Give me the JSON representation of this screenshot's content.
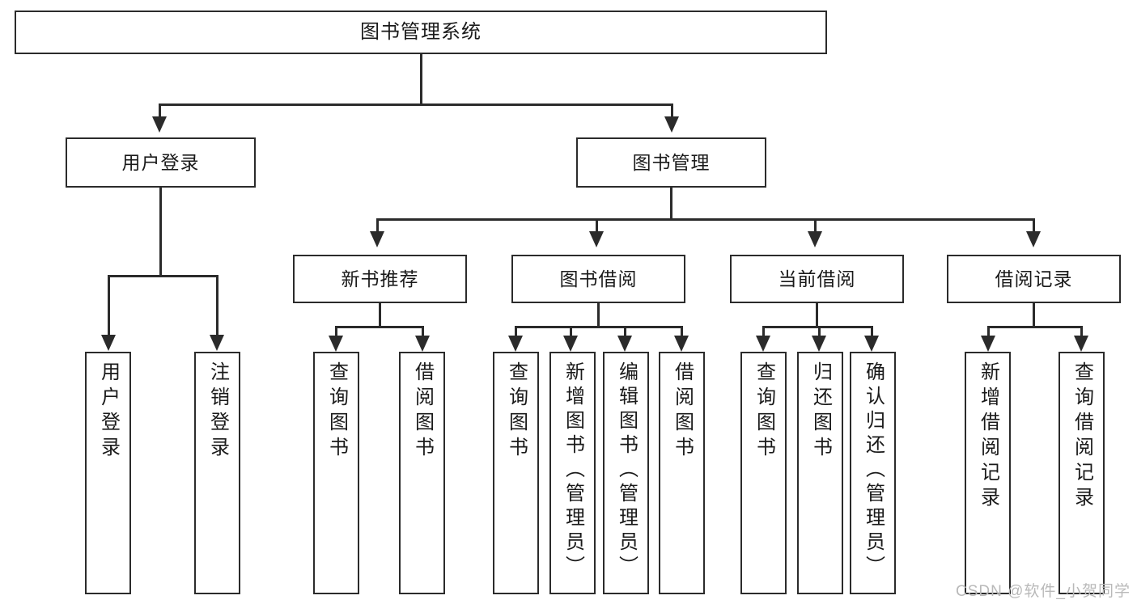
{
  "diagram": {
    "kind": "tree-diagram",
    "title": "图书管理系统",
    "colors": {
      "background": "#ffffff",
      "box_border": "#2b2b2b",
      "connector": "#2b2b2b",
      "text": "#1a1a1a",
      "watermark": "#b9b9b9"
    },
    "watermark": "CSDN @软件_小贺同学"
  },
  "root": {
    "label": "图书管理系统"
  },
  "level2": [
    {
      "label": "用户登录"
    },
    {
      "label": "图书管理"
    }
  ],
  "level3": [
    {
      "label": "新书推荐"
    },
    {
      "label": "图书借阅"
    },
    {
      "label": "当前借阅"
    },
    {
      "label": "借阅记录"
    }
  ],
  "leaves": {
    "user_login": [
      {
        "label": "用户登录"
      },
      {
        "label": "注销登录"
      }
    ],
    "new_book_recommend": [
      {
        "label": "查询图书"
      },
      {
        "label": "借阅图书"
      }
    ],
    "book_borrow": [
      {
        "label": "查询图书"
      },
      {
        "label": "新增图书（管理员）"
      },
      {
        "label": "编辑图书（管理员）"
      },
      {
        "label": "借阅图书"
      }
    ],
    "current_borrow": [
      {
        "label": "查询图书"
      },
      {
        "label": "归还图书"
      },
      {
        "label": "确认归还（管理员）"
      }
    ],
    "borrow_record": [
      {
        "label": "新增借阅记录"
      },
      {
        "label": "查询借阅记录"
      }
    ]
  }
}
